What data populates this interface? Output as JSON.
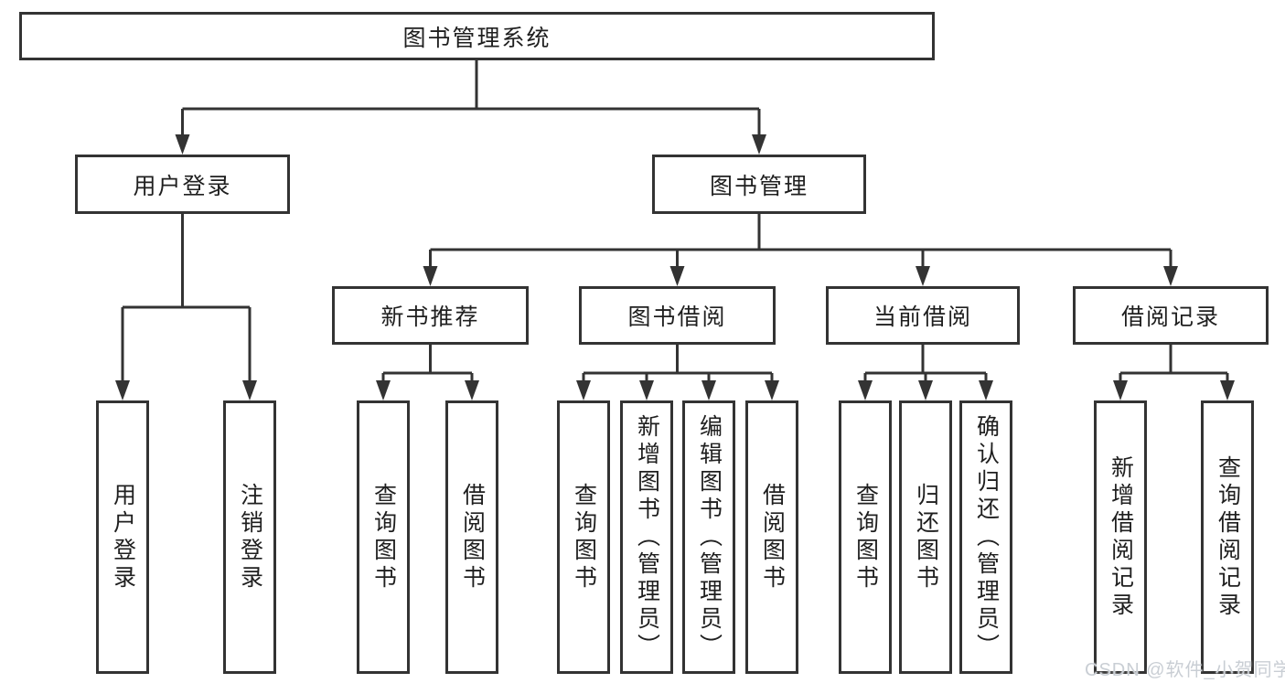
{
  "diagram": {
    "root": {
      "label": "图书管理系统"
    },
    "branches": [
      {
        "label": "用户登录",
        "children": [
          {
            "label": "用户登录"
          },
          {
            "label": "注销登录"
          }
        ]
      },
      {
        "label": "图书管理",
        "children": [
          {
            "label": "新书推荐",
            "children": [
              {
                "label": "查询图书"
              },
              {
                "label": "借阅图书"
              }
            ]
          },
          {
            "label": "图书借阅",
            "children": [
              {
                "label": "查询图书"
              },
              {
                "label": "新增图书（管理员）"
              },
              {
                "label": "编辑图书（管理员）"
              },
              {
                "label": "借阅图书"
              }
            ]
          },
          {
            "label": "当前借阅",
            "children": [
              {
                "label": "查询图书"
              },
              {
                "label": "归还图书"
              },
              {
                "label": "确认归还（管理员）"
              }
            ]
          },
          {
            "label": "借阅记录",
            "children": [
              {
                "label": "新增借阅记录"
              },
              {
                "label": "查询借阅记录"
              }
            ]
          }
        ]
      }
    ],
    "watermark": "CSDN @软件_小贺同学",
    "colors": {
      "line": "#333333",
      "box_border": "#333333",
      "text": "#1f1f1f",
      "watermark": "#c9ced4",
      "background": "#ffffff"
    }
  }
}
